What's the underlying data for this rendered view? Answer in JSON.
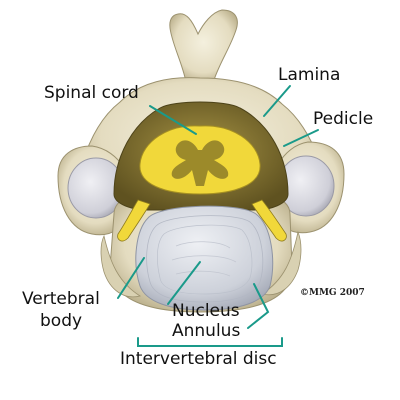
{
  "labels": {
    "spinal_cord": "Spinal cord",
    "lamina": "Lamina",
    "pedicle": "Pedicle",
    "vertebral_body_line1": "Vertebral",
    "vertebral_body_line2": "body",
    "nucleus": "Nucleus",
    "annulus": "Annulus",
    "intervertebral_disc": "Intervertebral disc"
  },
  "copyright": "©MMG 2007",
  "colors": {
    "leader_line": "#1a9a8a",
    "bone": "#e9e3cc",
    "bone_shadow": "#b8ae8c",
    "canal": "#8a7a36",
    "spinal_cord": "#f1d83a",
    "grey_matter": "#9c8a2a",
    "disc": "#cfd3dc",
    "facet": "#d7d7de"
  }
}
